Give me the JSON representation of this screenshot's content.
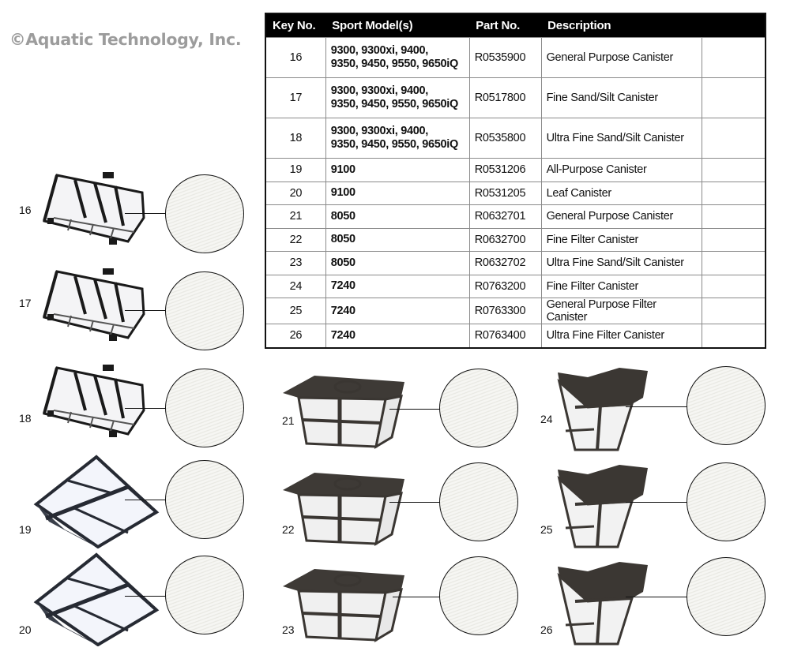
{
  "watermark": "©Aquatic Technology, Inc.",
  "table": {
    "headers": [
      "Key No.",
      "Sport Model(s)",
      "Part No.",
      "Description",
      ""
    ],
    "rows": [
      {
        "key": "16",
        "models_line1": "9300, 9300xi, 9400,",
        "models_line2": "9350, 9450, 9550, 9650iQ",
        "part": "R0535900",
        "description": "General Purpose Canister"
      },
      {
        "key": "17",
        "models_line1": "9300, 9300xi, 9400,",
        "models_line2": "9350, 9450, 9550, 9650iQ",
        "part": "R0517800",
        "description": "Fine Sand/Silt Canister"
      },
      {
        "key": "18",
        "models_line1": "9300, 9300xi, 9400,",
        "models_line2": "9350, 9450, 9550, 9650iQ",
        "part": "R0535800",
        "description": "Ultra Fine Sand/Silt Canister"
      },
      {
        "key": "19",
        "models": "9100",
        "part": "R0531206",
        "description": "All-Purpose Canister"
      },
      {
        "key": "20",
        "models": "9100",
        "part": "R0531205",
        "description": "Leaf Canister"
      },
      {
        "key": "21",
        "models": "8050",
        "part": "R0632701",
        "description": "General Purpose Canister"
      },
      {
        "key": "22",
        "models": "8050",
        "part": "R0632700",
        "description": "Fine Filter Canister"
      },
      {
        "key": "23",
        "models": "8050",
        "part": "R0632702",
        "description": "Ultra Fine Sand/Silt Canister"
      },
      {
        "key": "24",
        "models": "7240",
        "part": "R0763200",
        "description": "Fine Filter Canister"
      },
      {
        "key": "25",
        "models": "7240",
        "part": "R0763300",
        "description": "General Purpose Filter Canister"
      },
      {
        "key": "26",
        "models": "7240",
        "part": "R0763400",
        "description": "Ultra Fine Filter Canister"
      }
    ]
  },
  "illustrations": [
    {
      "key": "16",
      "style": "rect-basket"
    },
    {
      "key": "17",
      "style": "rect-basket"
    },
    {
      "key": "18",
      "style": "rect-basket"
    },
    {
      "key": "19",
      "style": "wedge-basket"
    },
    {
      "key": "20",
      "style": "wedge-basket"
    },
    {
      "key": "21",
      "style": "square-basket"
    },
    {
      "key": "22",
      "style": "square-basket"
    },
    {
      "key": "23",
      "style": "square-basket"
    },
    {
      "key": "24",
      "style": "tapered-basket"
    },
    {
      "key": "25",
      "style": "tapered-basket"
    },
    {
      "key": "26",
      "style": "tapered-basket"
    }
  ],
  "colors": {
    "header_bg": "#000000",
    "header_text": "#ffffff",
    "watermark": "#9c9c9c",
    "frame": "#1a1a1a"
  }
}
